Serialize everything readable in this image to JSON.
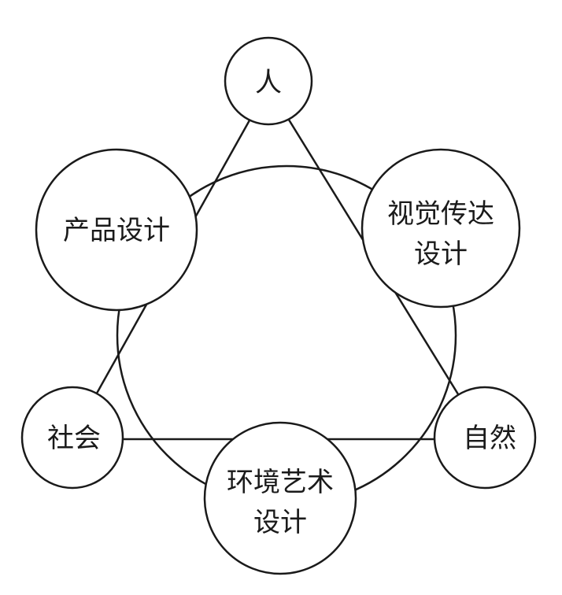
{
  "diagram": {
    "nodes": [
      {
        "id": "ren",
        "lines": [
          "人"
        ]
      },
      {
        "id": "product-design",
        "lines": [
          "产品设计"
        ]
      },
      {
        "id": "visual-communication-design",
        "lines": [
          "视觉传达",
          "设计"
        ]
      },
      {
        "id": "society",
        "lines": [
          "社会"
        ]
      },
      {
        "id": "nature",
        "lines": [
          "自然"
        ]
      },
      {
        "id": "environmental-art-design",
        "lines": [
          "环境艺术",
          "设计"
        ]
      }
    ],
    "edges": [
      [
        "ren",
        "society"
      ],
      [
        "ren",
        "nature"
      ],
      [
        "society",
        "nature"
      ]
    ],
    "center_circle": true,
    "colors": {
      "stroke": "#1a1a1a",
      "fill": "#ffffff",
      "text": "#1a1a1a"
    }
  }
}
